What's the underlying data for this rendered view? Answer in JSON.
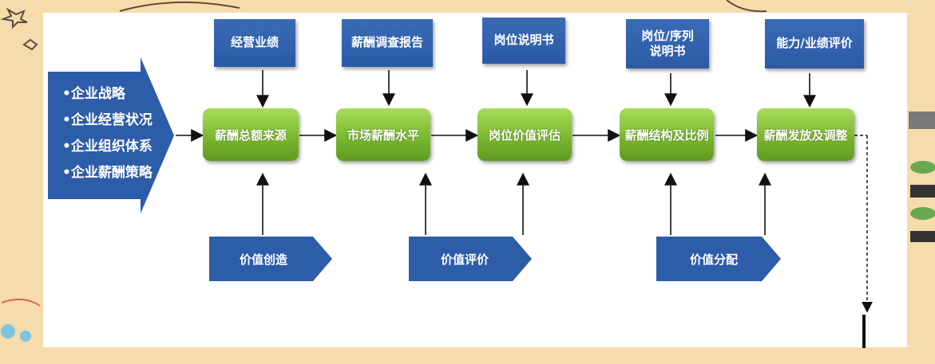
{
  "strategy": {
    "items": [
      "•企业战略",
      "•企业经营状况",
      "•企业组织体系",
      "•企业薪酬策略"
    ]
  },
  "inputs": [
    {
      "label": "经营业绩"
    },
    {
      "label": "薪酬调查报告"
    },
    {
      "label": "岗位说明书"
    },
    {
      "label": "岗位/序列\n说明书"
    },
    {
      "label": "能力/业绩评价"
    }
  ],
  "steps": [
    {
      "label": "薪酬总额来源"
    },
    {
      "label": "市场薪酬水平"
    },
    {
      "label": "岗位价值评估"
    },
    {
      "label": "薪酬结构及比例"
    },
    {
      "label": "薪酬发放及调整"
    }
  ],
  "values": [
    {
      "label": "价值创造"
    },
    {
      "label": "价值评价"
    },
    {
      "label": "价值分配"
    }
  ],
  "colors": {
    "blue": "#2d5ca8",
    "green": "#78b52e",
    "background": "#f6dcab"
  }
}
